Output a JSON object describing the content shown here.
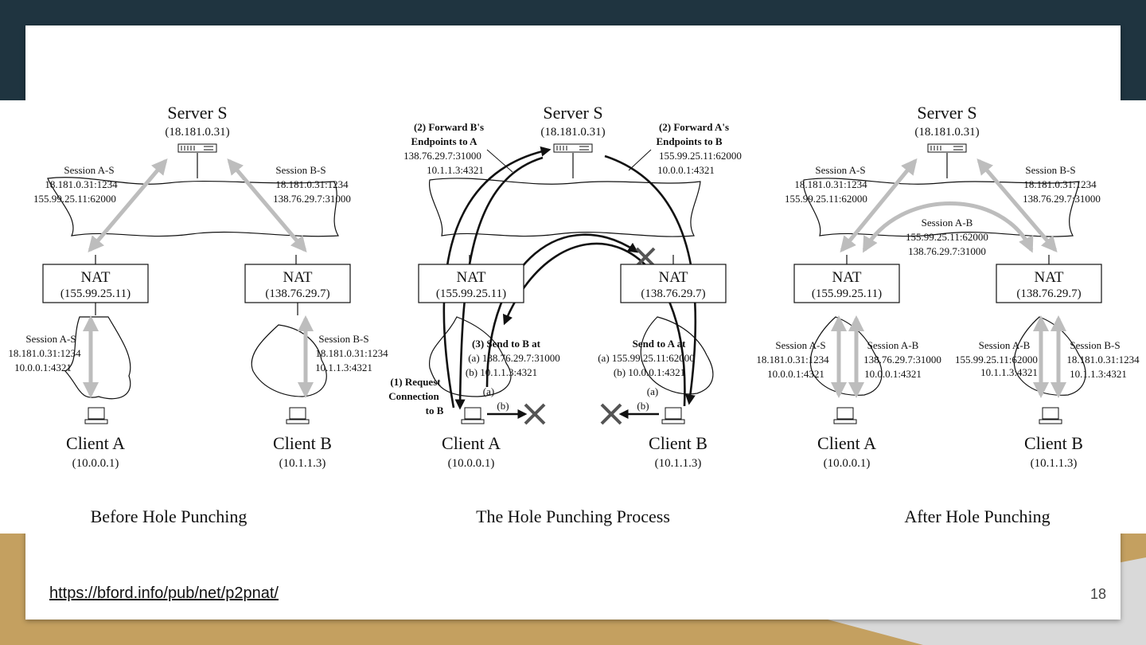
{
  "colors": {
    "frame_top": "#1f3440",
    "frame_bottom": "#c4a060",
    "arrow_gray": "#bdbdbd",
    "ink": "#111111"
  },
  "panels": {
    "before": {
      "server_label": "Server S",
      "server_ip": "(18.181.0.31)",
      "session_as_title": "Session A-S",
      "session_as_l1": "18.181.0.31:1234",
      "session_as_l2": "155.99.25.11:62000",
      "session_bs_title": "Session B-S",
      "session_bs_l1": "18.181.0.31:1234",
      "session_bs_l2": "138.76.29.7:31000",
      "nat_a_title": "NAT",
      "nat_a_ip": "(155.99.25.11)",
      "nat_b_title": "NAT",
      "nat_b_ip": "(138.76.29.7)",
      "priv_as_title": "Session A-S",
      "priv_as_l1": "18.181.0.31:1234",
      "priv_as_l2": "10.0.0.1:4321",
      "priv_bs_title": "Session B-S",
      "priv_bs_l1": "18.181.0.31:1234",
      "priv_bs_l2": "10.1.1.3:4321",
      "client_a": "Client A",
      "client_a_ip": "(10.0.0.1)",
      "client_b": "Client B",
      "client_b_ip": "(10.1.1.3)",
      "caption": "Before Hole Punching"
    },
    "process": {
      "server_label": "Server S",
      "server_ip": "(18.181.0.31)",
      "fwd_b_l1": "(2) Forward B's",
      "fwd_b_l2": "Endpoints to A",
      "fwd_b_l3": "138.76.29.7:31000",
      "fwd_b_l4": "10.1.1.3:4321",
      "fwd_a_l1": "(2) Forward A's",
      "fwd_a_l2": "Endpoints to B",
      "fwd_a_l3": "155.99.25.11:62000",
      "fwd_a_l4": "10.0.0.1:4321",
      "nat_a_title": "NAT",
      "nat_a_ip": "(155.99.25.11)",
      "nat_b_title": "NAT",
      "nat_b_ip": "(138.76.29.7)",
      "send_b_l1": "(3) Send to B at",
      "send_b_l2": "(a) 138.76.29.7:31000",
      "send_b_l3": "(b) 10.1.1.3:4321",
      "send_a_l1": "Send to A at",
      "send_a_l2": "(a) 155.99.25.11:62000",
      "send_a_l3": "(b) 10.0.0.1:4321",
      "req_l1": "(1) Request",
      "req_l2": "Connection",
      "req_l3": "to B",
      "mark_a": "(a)",
      "mark_b": "(b)",
      "client_a": "Client A",
      "client_a_ip": "(10.0.0.1)",
      "client_b": "Client B",
      "client_b_ip": "(10.1.1.3)",
      "caption": "The Hole Punching Process"
    },
    "after": {
      "server_label": "Server S",
      "server_ip": "(18.181.0.31)",
      "session_as_title": "Session A-S",
      "session_as_l1": "18.181.0.31:1234",
      "session_as_l2": "155.99.25.11:62000",
      "session_bs_title": "Session B-S",
      "session_bs_l1": "18.181.0.31:1234",
      "session_bs_l2": "138.76.29.7:31000",
      "session_ab_title": "Session A-B",
      "session_ab_l1": "155.99.25.11:62000",
      "session_ab_l2": "138.76.29.7:31000",
      "nat_a_title": "NAT",
      "nat_a_ip": "(155.99.25.11)",
      "nat_b_title": "NAT",
      "nat_b_ip": "(138.76.29.7)",
      "priv_as_title": "Session A-S",
      "priv_as_l1": "18.181.0.31:1234",
      "priv_as_l2": "10.0.0.1:4321",
      "priv_ab_title": "Session A-B",
      "priv_ab_l1": "138.76.29.7:31000",
      "priv_ab_l2": "10.0.0.1:4321",
      "priv_ba_title": "Session A-B",
      "priv_ba_l1": "155.99.25.11:62000",
      "priv_ba_l2": "10.1.1.3:4321",
      "priv_bs_title": "Session B-S",
      "priv_bs_l1": "18.181.0.31:1234",
      "priv_bs_l2": "10.1.1.3:4321",
      "client_a": "Client A",
      "client_a_ip": "(10.0.0.1)",
      "client_b": "Client B",
      "client_b_ip": "(10.1.1.3)",
      "caption": "After Hole Punching"
    }
  },
  "footer": {
    "source_link": "https://bford.info/pub/net/p2pnat/",
    "slide_number": "18"
  }
}
